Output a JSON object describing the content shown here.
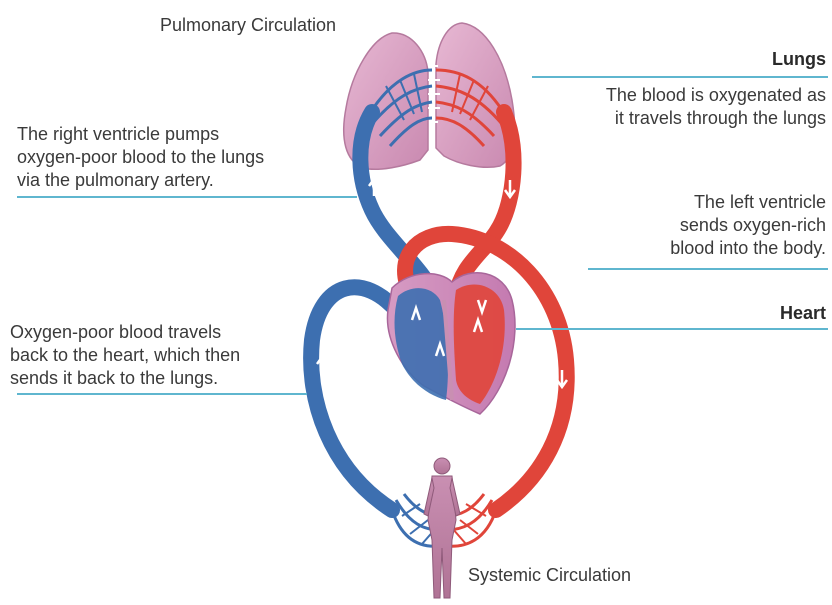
{
  "titles": {
    "pulmonary": "Pulmonary Circulation",
    "systemic": "Systemic Circulation"
  },
  "callouts": {
    "lungs": {
      "heading": "Lungs",
      "lines": [
        "The blood is oxygenated as",
        "it travels through the lungs"
      ]
    },
    "right_ventricle": {
      "lines": [
        "The right ventricle pumps",
        "oxygen-poor blood to the lungs",
        "via the pulmonary artery."
      ]
    },
    "left_ventricle": {
      "lines": [
        "The left ventricle",
        "sends oxygen-rich",
        "blood into the body."
      ]
    },
    "heart": {
      "heading": "Heart"
    },
    "return": {
      "lines": [
        "Oxygen-poor blood travels",
        "back to the heart, which then",
        "sends it back to the lungs."
      ]
    }
  },
  "colors": {
    "oxygen_poor": "#3d6fb0",
    "oxygen_rich": "#e0453a",
    "tissue": "#d9a0c0",
    "callout_rule": "#5fb6cf",
    "text": "#3a3a3a"
  }
}
